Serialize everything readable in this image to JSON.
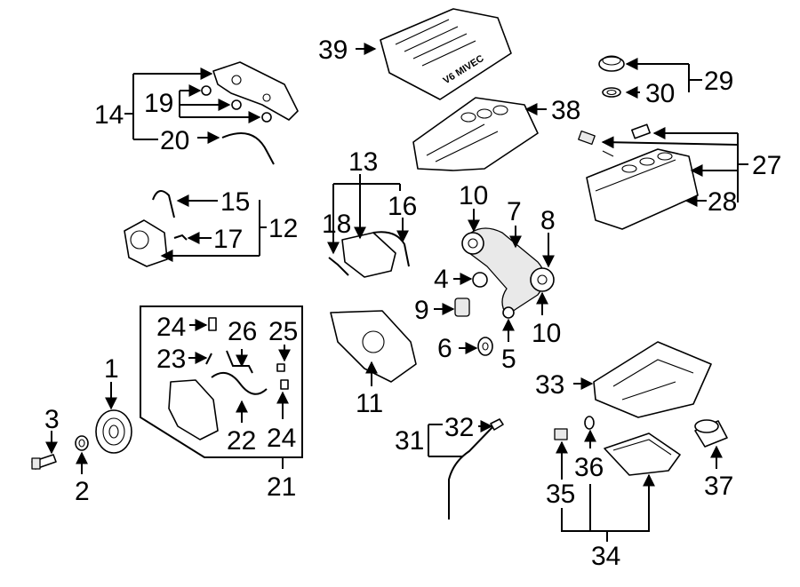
{
  "callouts": [
    {
      "id": "c1",
      "label": "1"
    },
    {
      "id": "c2",
      "label": "2"
    },
    {
      "id": "c3",
      "label": "3"
    },
    {
      "id": "c4",
      "label": "4"
    },
    {
      "id": "c5",
      "label": "5"
    },
    {
      "id": "c6",
      "label": "6"
    },
    {
      "id": "c7",
      "label": "7"
    },
    {
      "id": "c8",
      "label": "8"
    },
    {
      "id": "c9",
      "label": "9"
    },
    {
      "id": "c10a",
      "label": "10"
    },
    {
      "id": "c10b",
      "label": "10"
    },
    {
      "id": "c11",
      "label": "11"
    },
    {
      "id": "c12",
      "label": "12"
    },
    {
      "id": "c13",
      "label": "13"
    },
    {
      "id": "c14",
      "label": "14"
    },
    {
      "id": "c15",
      "label": "15"
    },
    {
      "id": "c16",
      "label": "16"
    },
    {
      "id": "c17",
      "label": "17"
    },
    {
      "id": "c18",
      "label": "18"
    },
    {
      "id": "c19",
      "label": "19"
    },
    {
      "id": "c20",
      "label": "20"
    },
    {
      "id": "c21",
      "label": "21"
    },
    {
      "id": "c22",
      "label": "22"
    },
    {
      "id": "c23",
      "label": "23"
    },
    {
      "id": "c24a",
      "label": "24"
    },
    {
      "id": "c24b",
      "label": "24"
    },
    {
      "id": "c25",
      "label": "25"
    },
    {
      "id": "c26",
      "label": "26"
    },
    {
      "id": "c27",
      "label": "27"
    },
    {
      "id": "c28",
      "label": "28"
    },
    {
      "id": "c29",
      "label": "29"
    },
    {
      "id": "c30",
      "label": "30"
    },
    {
      "id": "c31",
      "label": "31"
    },
    {
      "id": "c32",
      "label": "32"
    },
    {
      "id": "c33",
      "label": "33"
    },
    {
      "id": "c34",
      "label": "34"
    },
    {
      "id": "c35",
      "label": "35"
    },
    {
      "id": "c36",
      "label": "36"
    },
    {
      "id": "c37",
      "label": "37"
    },
    {
      "id": "c38",
      "label": "38"
    },
    {
      "id": "c39",
      "label": "39"
    }
  ],
  "engine_cover_text": "V6 MIVEC",
  "colors": {
    "ink": "#000000",
    "paper": "#ffffff",
    "shade": "#e9e9e9"
  }
}
